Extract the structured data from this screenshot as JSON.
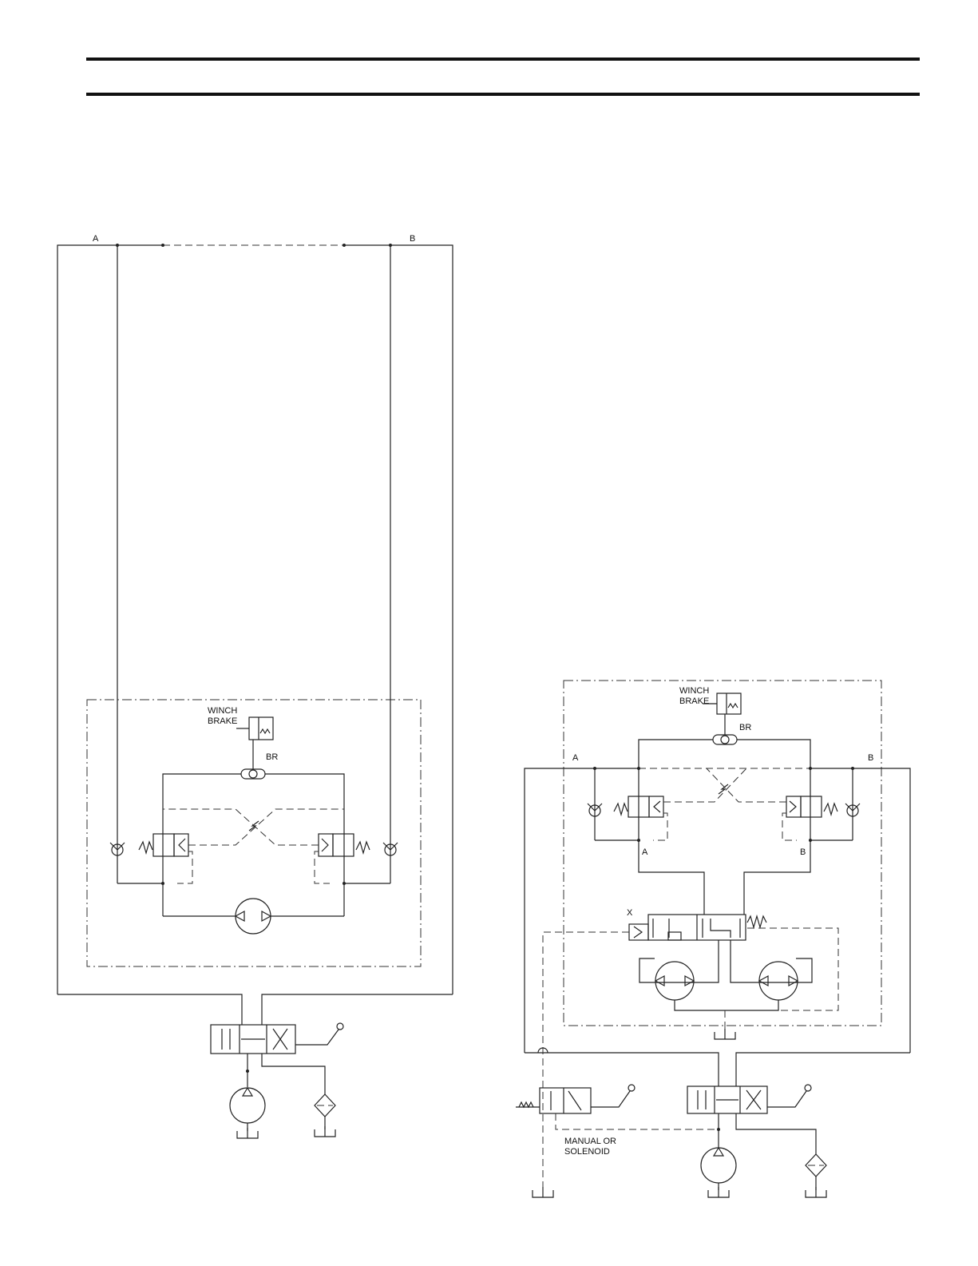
{
  "left_circuit": {
    "winch_brake_label_1": "WINCH",
    "winch_brake_label_2": "BRAKE",
    "br_label": "BR",
    "port_a": "A",
    "port_b": "B"
  },
  "right_circuit": {
    "winch_brake_label_1": "WINCH",
    "winch_brake_label_2": "BRAKE",
    "br_label": "BR",
    "port_a": "A",
    "port_b": "B",
    "valve_port_a": "A",
    "valve_port_b": "B",
    "pilot_x": "X",
    "manual_label_1": "MANUAL OR",
    "manual_label_2": "SOLENOID"
  }
}
